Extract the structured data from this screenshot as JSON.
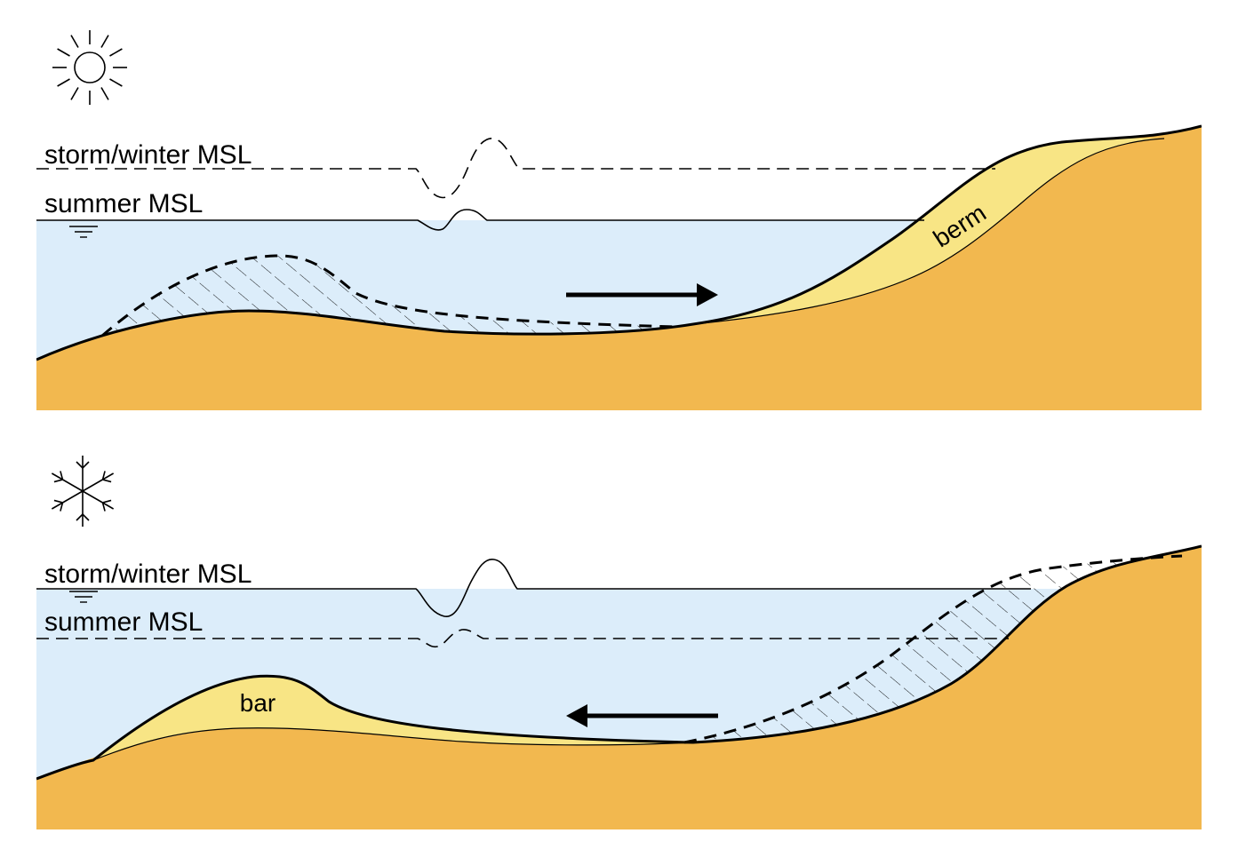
{
  "panels": [
    {
      "season": "summer",
      "icon": "sun-icon",
      "storm_label": "storm/winter MSL",
      "summer_label": "summer MSL",
      "feature_label": "berm",
      "transport_direction": "onshore"
    },
    {
      "season": "winter",
      "icon": "snowflake-icon",
      "storm_label": "storm/winter MSL",
      "summer_label": "summer MSL",
      "feature_label": "bar",
      "transport_direction": "offshore"
    }
  ],
  "colors": {
    "water": "#dcedfa",
    "sand": "#f2b84f",
    "sand_deposit": "#f8e585",
    "line": "#000000"
  }
}
